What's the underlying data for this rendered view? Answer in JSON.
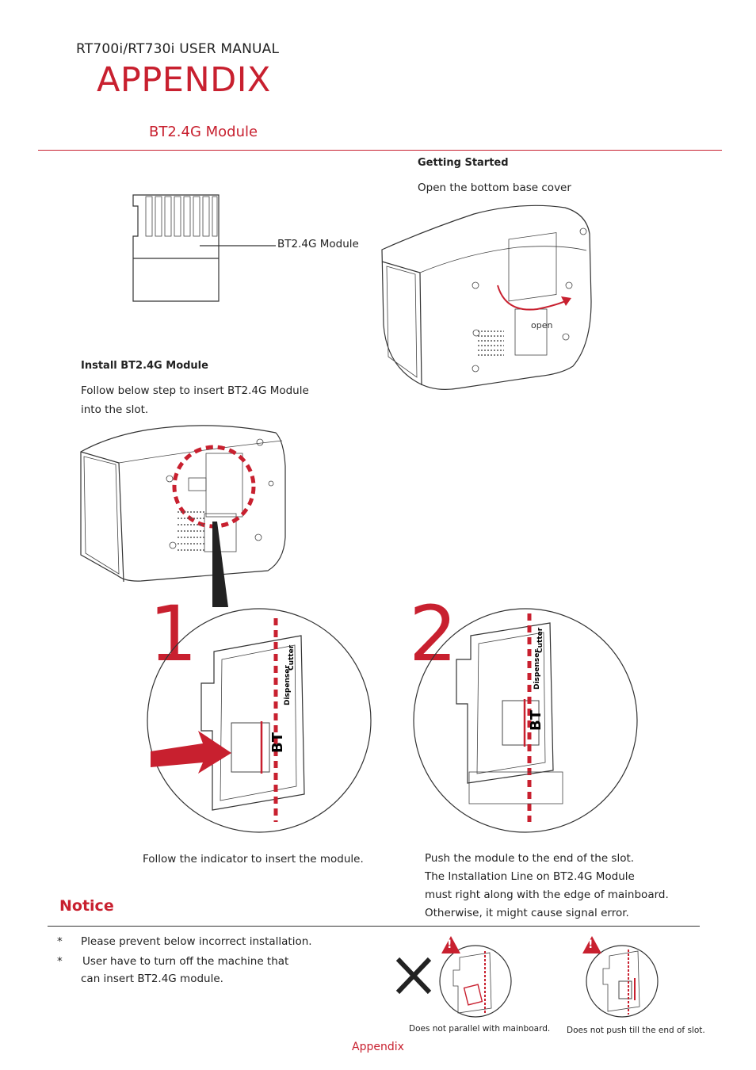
{
  "header": {
    "manual_title": "RT700i/RT730i USER MANUAL",
    "appendix_title": "APPENDIX",
    "section_title": "BT2.4G Module"
  },
  "module_figure": {
    "label": "BT2.4G Module"
  },
  "getting_started": {
    "heading": "Getting Started",
    "text": "Open the bottom base cover",
    "open_label": "open"
  },
  "install": {
    "heading": "Install BT2.4G Module",
    "text_line1": "Follow below step to insert BT2.4G Module",
    "text_line2": "into the slot."
  },
  "steps": [
    {
      "number": "1",
      "caption": "Follow the indicator to insert the module."
    },
    {
      "number": "2",
      "caption_lines": [
        "Push the module to the end of the slot.",
        "The Installation Line on BT2.4G Module",
        "must right along with the edge of mainboard.",
        "Otherwise, it might cause signal error."
      ]
    }
  ],
  "slot_labels": {
    "bt": "BT",
    "dispenser": "Dispenser",
    "cutter": "Cutter"
  },
  "notice": {
    "title": "Notice",
    "items": [
      {
        "bullet": "*",
        "text": "Please prevent below incorrect installation."
      },
      {
        "bullet": "*",
        "text_line1": "User have to turn off the machine that",
        "text_line2": "can insert BT2.4G module."
      }
    ]
  },
  "incorrect": [
    {
      "caption": "Does not parallel with mainboard.",
      "warning": "!"
    },
    {
      "caption": "Does not push till the end of slot.",
      "warning": "!"
    }
  ],
  "footer": {
    "label": "Appendix"
  },
  "colors": {
    "accent": "#c8202f",
    "text": "#222222"
  }
}
